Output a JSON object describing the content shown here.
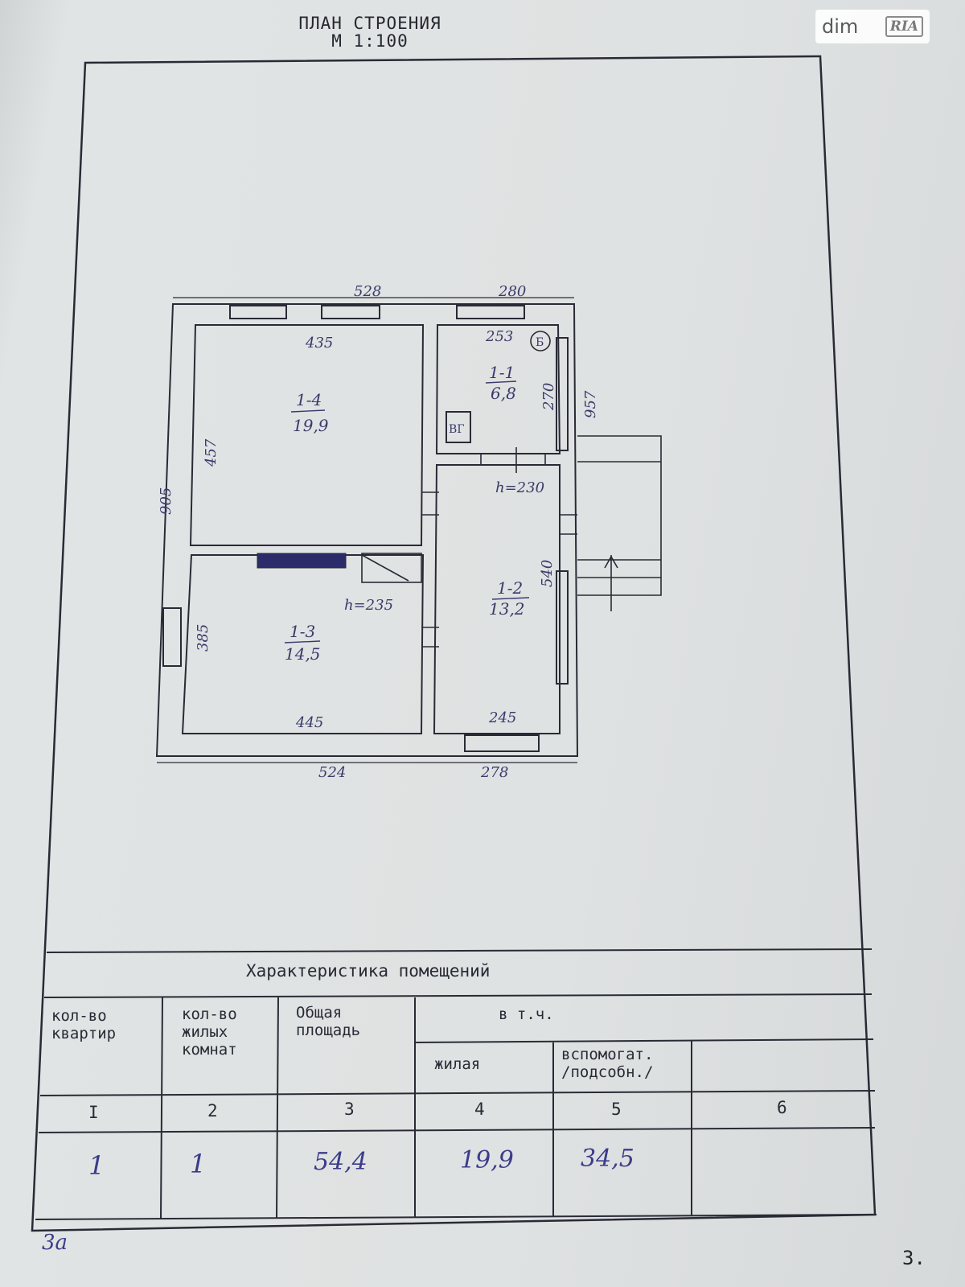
{
  "header": {
    "title_line1": "ПЛАН СТРОЕНИЯ",
    "title_line2": "М 1:100"
  },
  "watermark": {
    "brand": "dim",
    "badge": "RIA"
  },
  "plan": {
    "outer_dimensions": {
      "top_left": "528",
      "top_right": "280",
      "bottom_left": "524",
      "bottom_right": "278",
      "left_side": "905",
      "right_side": "957"
    },
    "rooms": [
      {
        "id": "1-4",
        "area": "19,9",
        "width": "435",
        "height": "457"
      },
      {
        "id": "1-3",
        "area": "14,5",
        "width": "445",
        "height": "385"
      },
      {
        "id": "1-1",
        "area": "6,8",
        "width": "253",
        "height": "270"
      },
      {
        "id": "1-2",
        "area": "13,2",
        "width": "245",
        "height": "540"
      }
    ],
    "ceiling_heights": [
      "h=235",
      "h=230"
    ],
    "stove_label": "ВГ",
    "room_marker": "Б"
  },
  "table": {
    "title": "Характеристика помещений",
    "headers": {
      "col1": "кол-во\nквартир",
      "col2": "кол-во\nжилых\nкомнат",
      "col3": "Общая\nплощадь",
      "group": "в т.ч.",
      "col4": "жилая",
      "col5": "вспомогат.\n/подсобн./",
      "col6": ""
    },
    "numbers": [
      "I",
      "2",
      "3",
      "4",
      "5",
      "6"
    ],
    "values": [
      "1",
      "1",
      "54,4",
      "19,9",
      "34,5",
      ""
    ]
  },
  "footer": {
    "corner_note": "3а",
    "page_number": "3."
  },
  "colors": {
    "paper": "#dfe2e2",
    "ink": "#2a2a36",
    "pen": "#3c3c8a"
  }
}
